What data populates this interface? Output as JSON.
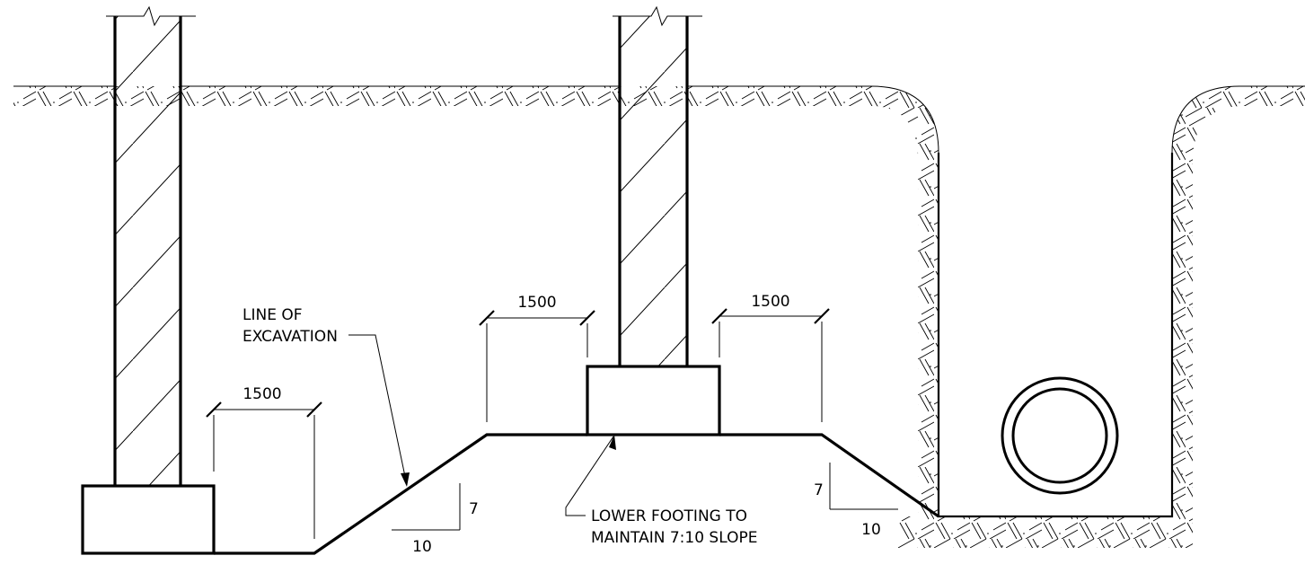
{
  "labels": {
    "line_of_excavation_1": "LINE OF",
    "line_of_excavation_2": "EXCAVATION",
    "lower_footing_1": "LOWER FOOTING TO",
    "lower_footing_2": "MAINTAIN 7:10 SLOPE"
  },
  "dimensions": {
    "left_offset": "1500",
    "center_left_offset": "1500",
    "center_right_offset": "1500"
  },
  "slope_markers": {
    "left_rise": "7",
    "left_run": "10",
    "right_rise": "7",
    "right_run": "10"
  }
}
